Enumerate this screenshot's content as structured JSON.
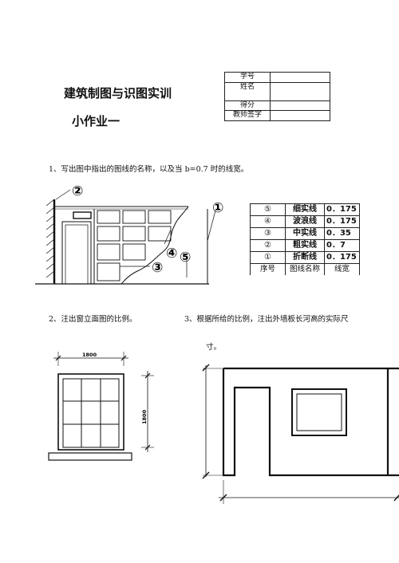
{
  "header": {
    "title": "建筑制图与识图实训",
    "subtitle": "小作业一"
  },
  "info_table": [
    {
      "label": "学号",
      "value": ""
    },
    {
      "label": "姓名",
      "value": ""
    },
    {
      "label": "得分",
      "value": ""
    },
    {
      "label": "教师签字",
      "value": ""
    }
  ],
  "questions": {
    "q1": "1、写出图中指出的图线的名称，以及当 b=0.7 时的线宽。",
    "q2": "2、注出窗立面图的比例。",
    "q3_line1": "3、根据所给的比例，注出外墙板长河高的实际尺",
    "q3_line2": "寸。"
  },
  "callouts": [
    "②",
    "①",
    "④",
    "③",
    "⑤"
  ],
  "line_table": {
    "rows": [
      {
        "no": "⑤",
        "name": "细实线",
        "width": "0．175"
      },
      {
        "no": "④",
        "name": "波浪线",
        "width": "0．175"
      },
      {
        "no": "③",
        "name": "中实线",
        "width": "0．35"
      },
      {
        "no": "②",
        "name": "粗实线",
        "width": "0．7"
      },
      {
        "no": "①",
        "name": "折断线",
        "width": "0．175"
      }
    ],
    "headers": {
      "no": "序号",
      "name": "图线名称",
      "width": "线宽"
    }
  },
  "window_drawing": {
    "width_dim": "1800",
    "height_dim": "1800"
  }
}
